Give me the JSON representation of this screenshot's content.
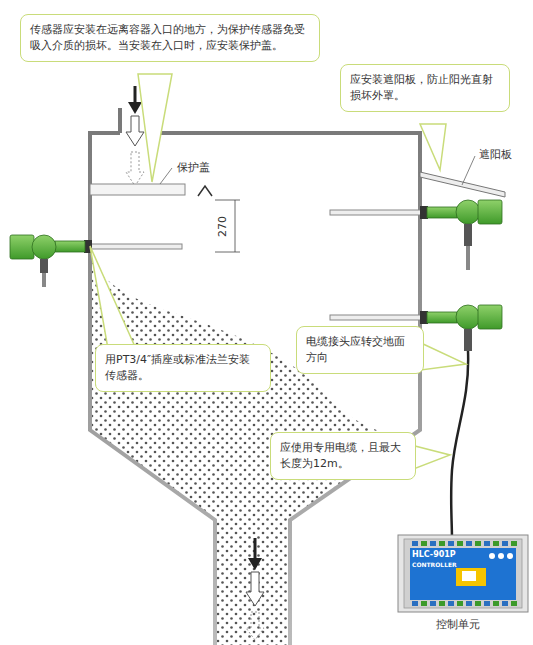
{
  "diagram": {
    "nodes": [
      {
        "text": [
          "传感器应安装在远离容器入口的地方，为保护传感器免受吸入介质的损坏。当安装在入口时，应安装保护盖。"
        ]
      },
      {
        "text": [
          "应安装遮阳板，防止阳光直射损坏外罩。"
        ]
      },
      {
        "text": [
          "用PT3/4″插座或标准法兰安装传感器。"
        ]
      },
      {
        "text": [
          "电缆接头应转交地面方向"
        ]
      },
      {
        "text": [
          "应使用专用电缆，且最大长度为12m。"
        ]
      },
      {
        "text": [
          "HLC-901P",
          "CONTROLLER",
          "控制单元"
        ]
      }
    ],
    "labels": [
      "保护盖",
      "遮阳板",
      "270"
    ]
  }
}
